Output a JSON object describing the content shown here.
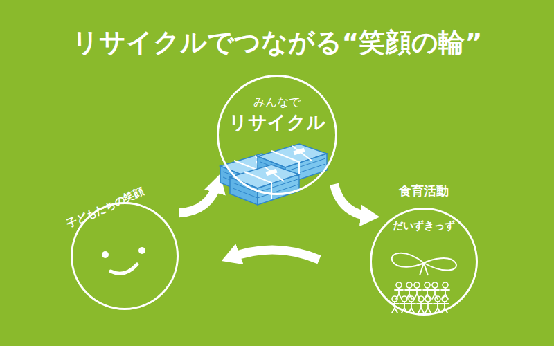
{
  "diagram": {
    "title": "リサイクルでつながる“笑顔の輪”",
    "nodes": [
      {
        "text": [
          "みんなで",
          "リサイクル"
        ]
      },
      {
        "text": [
          "食育活動",
          "だいずきっず"
        ]
      },
      {
        "text": [
          "子どもたちの笑顔"
        ]
      }
    ],
    "edges": [
      {
        "from": 0,
        "to": 1,
        "arrow": "to"
      },
      {
        "from": 1,
        "to": 2,
        "arrow": "to"
      },
      {
        "from": 2,
        "to": 0,
        "arrow": "to"
      }
    ]
  }
}
